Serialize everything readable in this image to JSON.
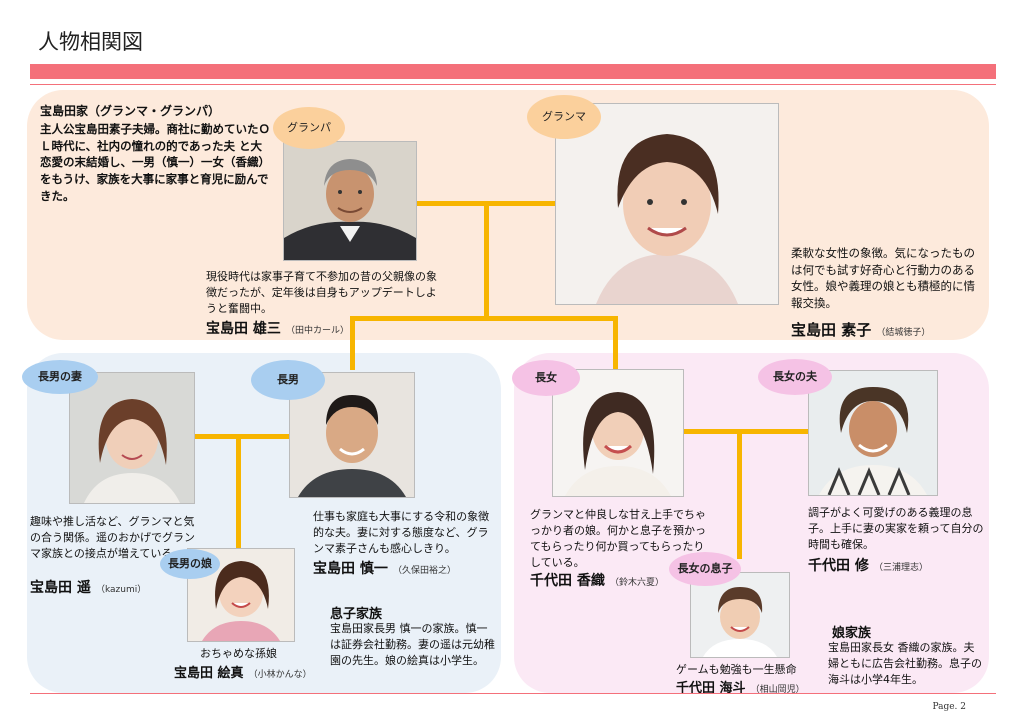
{
  "page": {
    "title": "人物相関図",
    "page_number": "Page. 2"
  },
  "grand_family": {
    "heading": "宝島田家（グランマ・グランパ）",
    "body": "主人公宝島田素子夫婦。商社に勤めていたＯＬ時代に、社内の憧れの的であった夫 と大恋愛の末結婚し、一男（慎一）一女（香織）をもうけ、家族を大事に家事と育児に励んできた。"
  },
  "grandpa": {
    "role": "グランパ",
    "desc": "現役時代は家事子育て不参加の昔の父親像の象徴だったが、定年後は自身もアップデートしようと奮闘中。",
    "name": "宝島田 雄三",
    "actor": "（田中カール）"
  },
  "grandma": {
    "role": "グランマ",
    "desc": "柔軟な女性の象徴。気になったものは何でも試す好奇心と行動力のある女性。娘や義理の娘とも積極的に情報交換。",
    "name": "宝島田 素子",
    "actor": "（結城徳子）"
  },
  "son_wife": {
    "role": "長男の妻",
    "desc": "趣味や推し活など、グランマと気の合う関係。遥のおかげでグランマ家族との接点が増えている。",
    "name": "宝島田 遥",
    "actor": "（kazumi）"
  },
  "son": {
    "role": "長男",
    "desc": "仕事も家庭も大事にする令和の象徴的な夫。妻に対する態度など、グランマ素子さんも感心しきり。",
    "name": "宝島田 慎一",
    "actor": "（久保田裕之）"
  },
  "son_daughter": {
    "role": "長男の娘",
    "desc": "おちゃめな孫娘",
    "name": "宝島田 絵真",
    "actor": "（小林かんな）"
  },
  "son_family": {
    "heading": "息子家族",
    "body": "宝島田家長男 慎一の家族。慎一は証券会社勤務。妻の遥は元幼稚園の先生。娘の絵真は小学生。"
  },
  "daughter": {
    "role": "長女",
    "desc": "グランマと仲良しな甘え上手でちゃっかり者の娘。何かと息子を預かってもらったり何か買ってもらったりしている。",
    "name": "千代田 香織",
    "actor": "（鈴木六夏）"
  },
  "daughter_husband": {
    "role": "長女の夫",
    "desc": "調子がよく可愛げのある義理の息子。上手に妻の実家を頼って自分の時間も確保。",
    "name": "千代田 修",
    "actor": "（三浦理志）"
  },
  "daughter_son": {
    "role": "長女の息子",
    "desc": "ゲームも勉強も一生懸命",
    "name": "千代田 海斗",
    "actor": "（相山岡児）"
  },
  "daughter_family": {
    "heading": "娘家族",
    "body": "宝島田家長女 香織の家族。夫婦ともに広告会社勤務。息子の海斗は小学4年生。"
  },
  "colors": {
    "accent": "#f4707a",
    "connector": "#f7b500",
    "panel_top": "#fdeadc",
    "panel_son": "#eaf1f8",
    "panel_daughter": "#fbe9f5"
  }
}
